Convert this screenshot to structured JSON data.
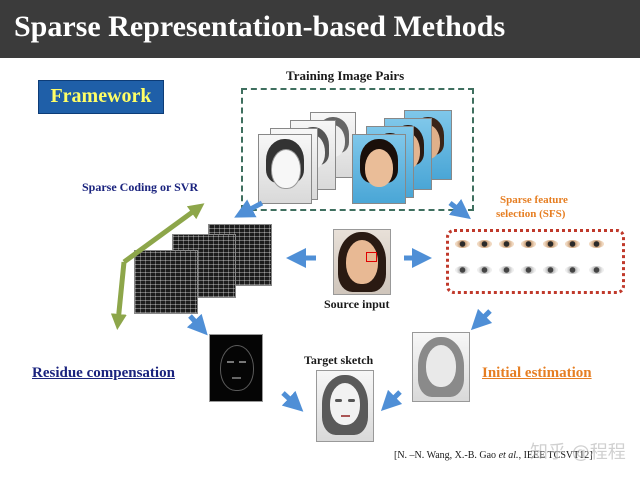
{
  "title": "Sparse Representation-based Methods",
  "framework_label": "Framework",
  "labels": {
    "training_pairs": "Training Image Pairs",
    "sparse_coding": "Sparse Coding or SVR",
    "sfs": "Sparse feature",
    "sfs2": "selection (SFS)",
    "source_input": "Source input",
    "target_sketch": "Target sketch",
    "residue": "Residue compensation",
    "initial": "Initial estimation",
    "citation_pre": "[N. –N. Wang, X.-B. Gao ",
    "citation_em": "et al.",
    "citation_post": ", IEEE TCSVT12]",
    "watermark": "知乎 @程程"
  },
  "colors": {
    "title_bg": "#3b3b3b",
    "framework_bg": "#1f5fa8",
    "framework_text": "#ffff66",
    "arrow_blue": "#4f8fd6",
    "arrow_green": "#8da64a",
    "label_blue": "#1a237e",
    "label_orange": "#e67e22"
  }
}
